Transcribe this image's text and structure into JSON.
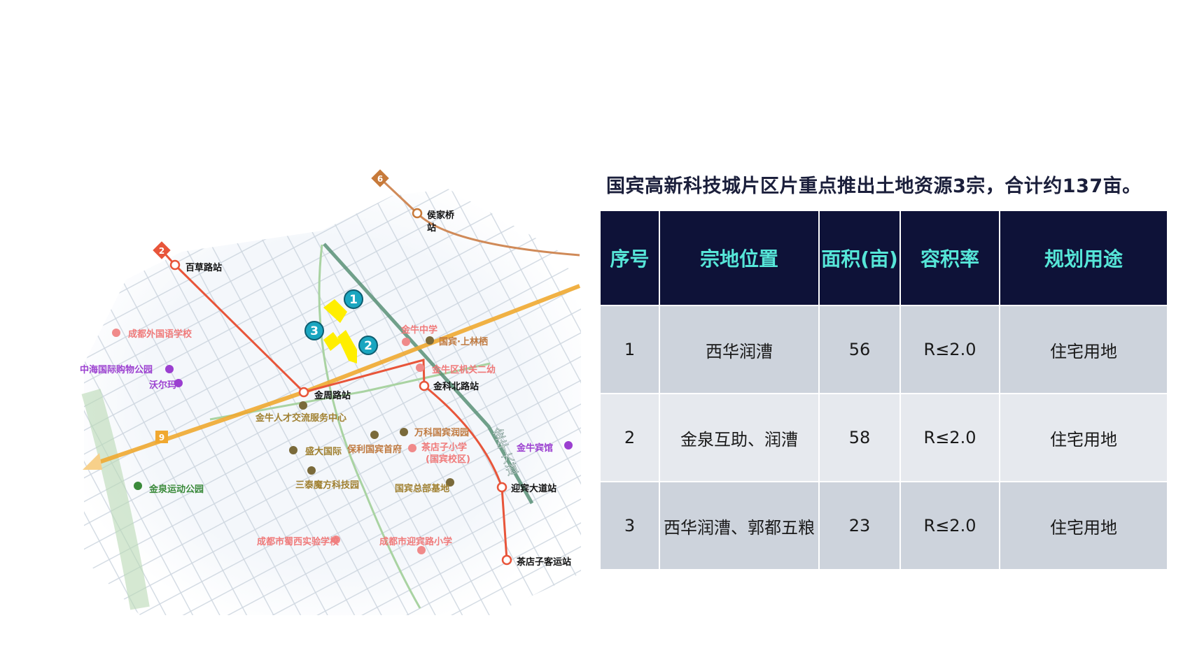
{
  "title": "国宾高新科技城片区片重点推出土地资源3宗，合计约137亩。",
  "table": {
    "headers": [
      "序号",
      "宗地位置",
      "面积(亩)",
      "容积率",
      "规划用途"
    ],
    "rows": [
      [
        "1",
        "西华润漕",
        "56",
        "R≤2.0",
        "住宅用地"
      ],
      [
        "2",
        "金泉互助、润漕",
        "58",
        "R≤2.0",
        "住宅用地"
      ],
      [
        "3",
        "西华润漕、郭都五粮",
        "23",
        "R≤2.0",
        "住宅用地"
      ]
    ]
  },
  "map": {
    "lines": {
      "l2": "2",
      "l6": "6",
      "l9": "9"
    },
    "parcels": [
      "1",
      "2",
      "3"
    ],
    "road_label": "金牛大道",
    "stations": [
      "侯家桥",
      "站",
      "百草路站",
      "金周路站",
      "金科北路站",
      "迎宾大道站",
      "茶店子客运站"
    ],
    "schools": [
      "成都外国语学校",
      "金牛中学",
      "金牛区机关二幼",
      "茶店子小学",
      "(国宾校区)",
      "成都市蜀西实验学校",
      "成都市迎宾路小学"
    ],
    "shopping": [
      "中海国际购物公园",
      "沃尔玛",
      "金牛宾馆"
    ],
    "places": [
      "国宾·上林栖",
      "金牛人才交流服务中心",
      "万科国宾润园",
      "盛大国际",
      "保利国宾首府",
      "三泰魔方科技园",
      "国宾总部基地"
    ],
    "parks": [
      "金泉运动公园"
    ]
  },
  "colors": {
    "header_bg": "#0e1238",
    "header_text": "#56e6d8",
    "line2": "#e8553a",
    "line9": "#f0a830",
    "line6": "#c77a3a",
    "parcel": "#ffee00",
    "marker": "#1aa6c0"
  }
}
